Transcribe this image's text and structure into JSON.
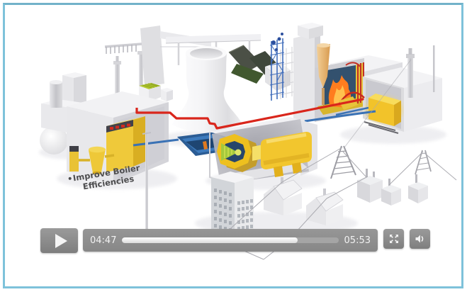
{
  "window": {
    "type": "embedded video player",
    "border_color": "#7ec2da"
  },
  "player": {
    "current_time": "04:47",
    "duration": "05:53",
    "progress_percent": 81,
    "icons": {
      "play": "play-icon",
      "fullscreen": "fullscreen-expand-icon",
      "volume": "speaker-icon"
    },
    "button_color": "#8b8b8b"
  },
  "scene": {
    "description": "3D cutaway illustration of a coal power plant with cooling tower, boiler, turbine-generator and city",
    "annotation": {
      "bullet": "•",
      "line1": "Improve Boiler",
      "line2": "Efficiencies"
    },
    "colors": {
      "hot_steam_pipe": "#d9261c",
      "cold_water_pipe": "#3a72b5",
      "equipment_yellow": "#f2c62e",
      "flame_orange": "#ff7d1f",
      "turbine_green": "#a4c93c",
      "roof_lime": "#b5ca33"
    }
  }
}
